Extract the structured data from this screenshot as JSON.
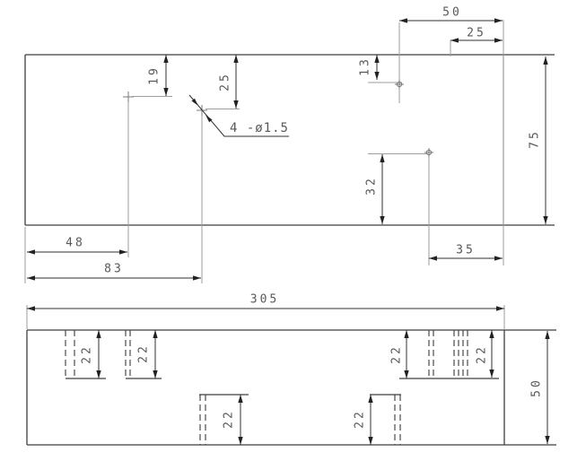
{
  "top_view": {
    "dims": {
      "hole1_x": "48",
      "hole1_y": "19",
      "hole2_x": "83",
      "hole2_y": "25",
      "hole3_x": "50",
      "hole3_y": "13",
      "hole4_x": "35",
      "hole4_y": "32",
      "right_offset": "25",
      "height": "75"
    },
    "holes_note": "4 -ø1.5"
  },
  "bottom_view": {
    "dims": {
      "width": "305",
      "height": "50"
    },
    "slot_depths": [
      "22",
      "22",
      "22",
      "22",
      "22",
      "22"
    ]
  }
}
